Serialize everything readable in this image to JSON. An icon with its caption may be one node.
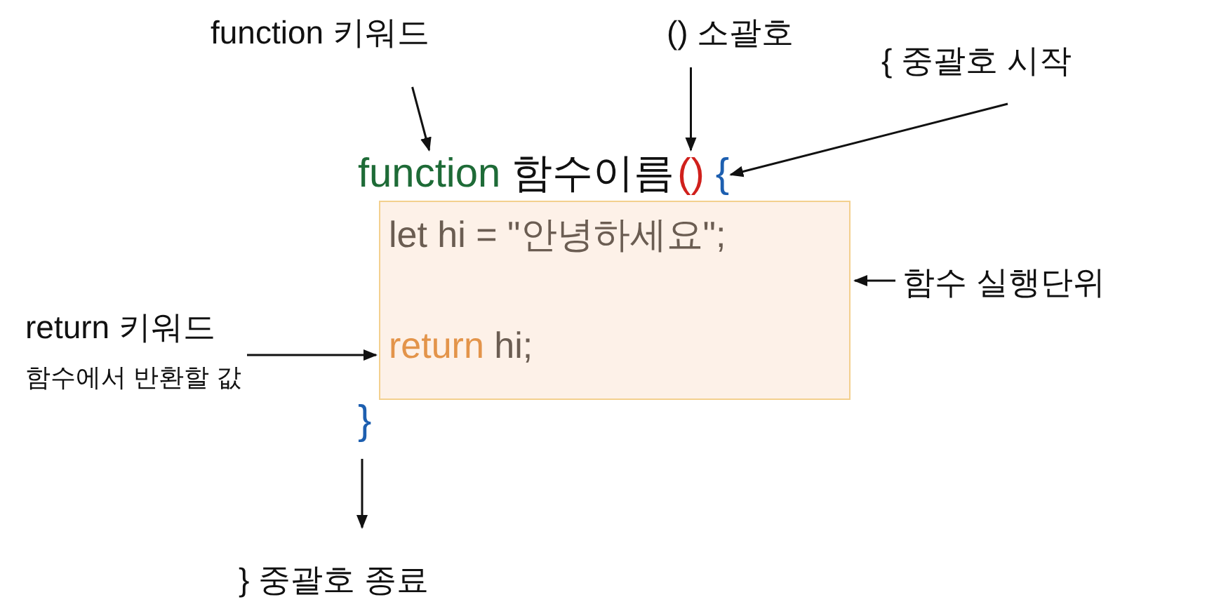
{
  "diagram": {
    "nodes": [
      {
        "text": [
          "function 키워드"
        ]
      },
      {
        "text": [
          "() 소괄호"
        ]
      },
      {
        "text": [
          "{ 중괄호 시작"
        ]
      },
      {
        "text": [
          "function"
        ]
      },
      {
        "text": [
          "()"
        ]
      },
      {
        "text": [
          "{"
        ]
      },
      {
        "text": [
          "let hi = \"안녕하세요\";",
          "return hi;"
        ]
      },
      {
        "text": [
          "return 키워드",
          "함수에서 반환할 값"
        ]
      },
      {
        "text": [
          "함수 실행단위"
        ]
      },
      {
        "text": [
          "}"
        ]
      },
      {
        "text": [
          "} 중괄호 종료"
        ]
      }
    ],
    "edges": [
      {
        "from": 0,
        "to": 3,
        "arrow": "to"
      },
      {
        "from": 1,
        "to": 4,
        "arrow": "to"
      },
      {
        "from": 2,
        "to": 5,
        "arrow": "to"
      },
      {
        "from": 8,
        "to": 6,
        "arrow": "to"
      },
      {
        "from": 7,
        "to": 6,
        "arrow": "to"
      },
      {
        "from": 9,
        "to": 10,
        "arrow": "to"
      }
    ],
    "labels": [
      "함수이름"
    ]
  }
}
